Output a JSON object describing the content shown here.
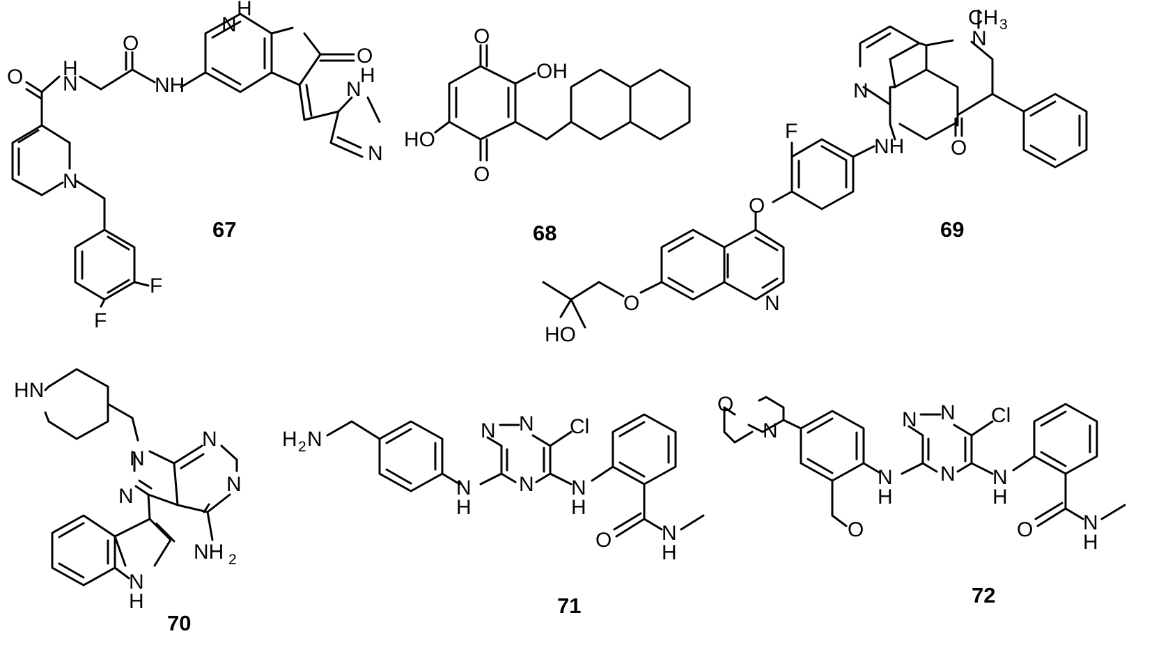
{
  "figure": {
    "compounds": [
      {
        "id": "67"
      },
      {
        "id": "68"
      },
      {
        "id": "69"
      },
      {
        "id": "70"
      },
      {
        "id": "71"
      },
      {
        "id": "72"
      }
    ],
    "atoms": {
      "O": "O",
      "N": "N",
      "H": "H",
      "NH": "NH",
      "HN": "HN",
      "F": "F",
      "Cl": "Cl",
      "HO": "HO",
      "OH": "OH",
      "CH": "CH",
      "three": "3",
      "two": "2"
    }
  }
}
